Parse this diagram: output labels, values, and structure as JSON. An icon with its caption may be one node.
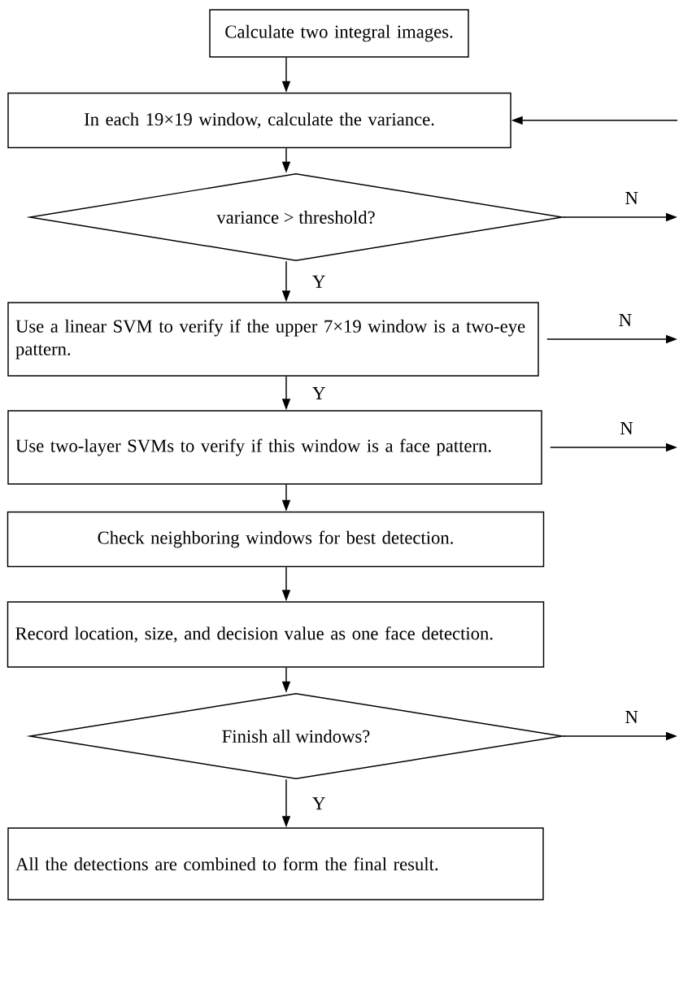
{
  "diagram": {
    "nodes": [
      {
        "text": [
          "Calculate two integral images."
        ]
      },
      {
        "text": [
          "In each 19×19 window, calculate the variance."
        ]
      },
      {
        "text": [
          "variance > threshold?"
        ]
      },
      {
        "text": [
          "Use a linear SVM to verify if the upper 7×19 window is a two-eye pattern."
        ]
      },
      {
        "text": [
          "Use two-layer SVMs to verify if this window is a face pattern."
        ]
      },
      {
        "text": [
          "Check neighboring windows for best detection."
        ]
      },
      {
        "text": [
          "Record location, size, and decision value as one face detection."
        ]
      },
      {
        "text": [
          "Finish all windows?"
        ]
      },
      {
        "text": [
          "All the detections are combined to form the final result."
        ]
      }
    ],
    "edges": [
      {
        "from": 0,
        "to": 1,
        "arrow": "to"
      },
      {
        "from": 1,
        "to": 2,
        "arrow": "to"
      },
      {
        "from": 2,
        "to": 3,
        "arrow": "to",
        "label": "Y"
      },
      {
        "from": 3,
        "to": 4,
        "arrow": "to",
        "label": "Y"
      },
      {
        "from": 4,
        "to": 5,
        "arrow": "to"
      },
      {
        "from": 5,
        "to": 6,
        "arrow": "to"
      },
      {
        "from": 6,
        "to": 7,
        "arrow": "to"
      },
      {
        "from": 7,
        "to": 8,
        "arrow": "to",
        "label": "Y"
      },
      {
        "from": 2,
        "to": null,
        "arrow": "to",
        "label": "N"
      },
      {
        "from": 3,
        "to": null,
        "arrow": "to",
        "label": "N"
      },
      {
        "from": 4,
        "to": null,
        "arrow": "to",
        "label": "N"
      },
      {
        "from": 7,
        "to": null,
        "arrow": "to",
        "label": "N"
      },
      {
        "from": null,
        "to": 1,
        "arrow": "to"
      }
    ]
  }
}
